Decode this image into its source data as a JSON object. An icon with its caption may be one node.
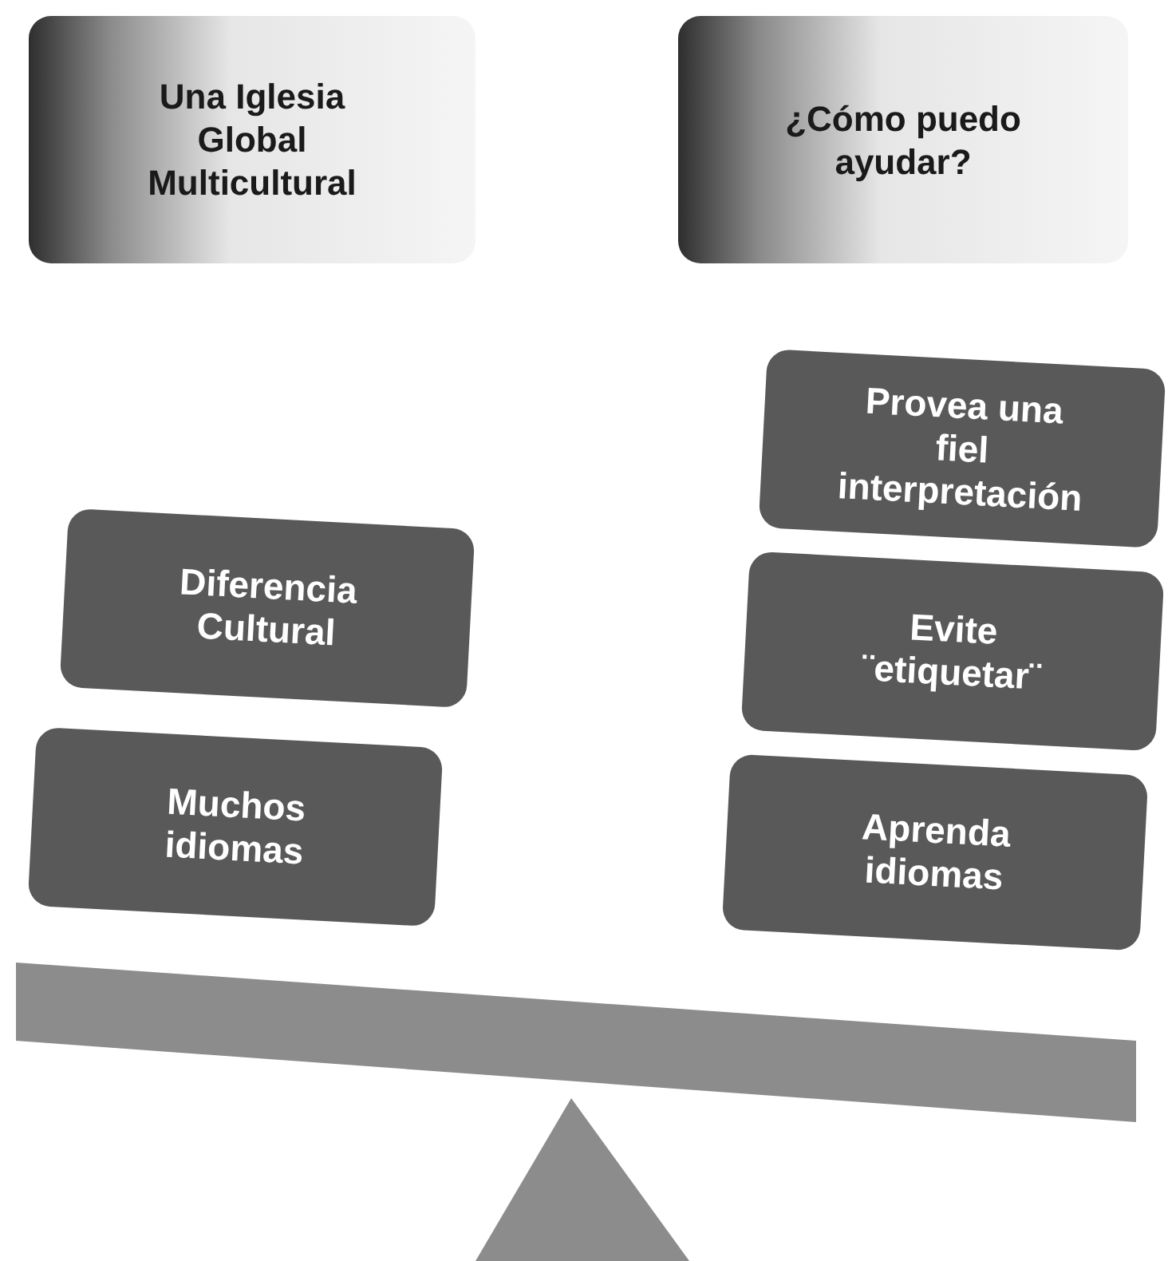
{
  "diagram": {
    "nodes": [
      {
        "text": [
          "Una Iglesia Global Multicultural"
        ]
      },
      {
        "text": [
          "¿Cómo puedo ayudar?"
        ]
      },
      {
        "text": [
          "Provea una fiel interpretación"
        ]
      },
      {
        "text": [
          "Diferencia Cultural"
        ]
      },
      {
        "text": [
          "Evite ¨etiquetar¨"
        ]
      },
      {
        "text": [
          "Muchos idiomas"
        ]
      },
      {
        "text": [
          "Aprenda idiomas"
        ]
      }
    ]
  }
}
